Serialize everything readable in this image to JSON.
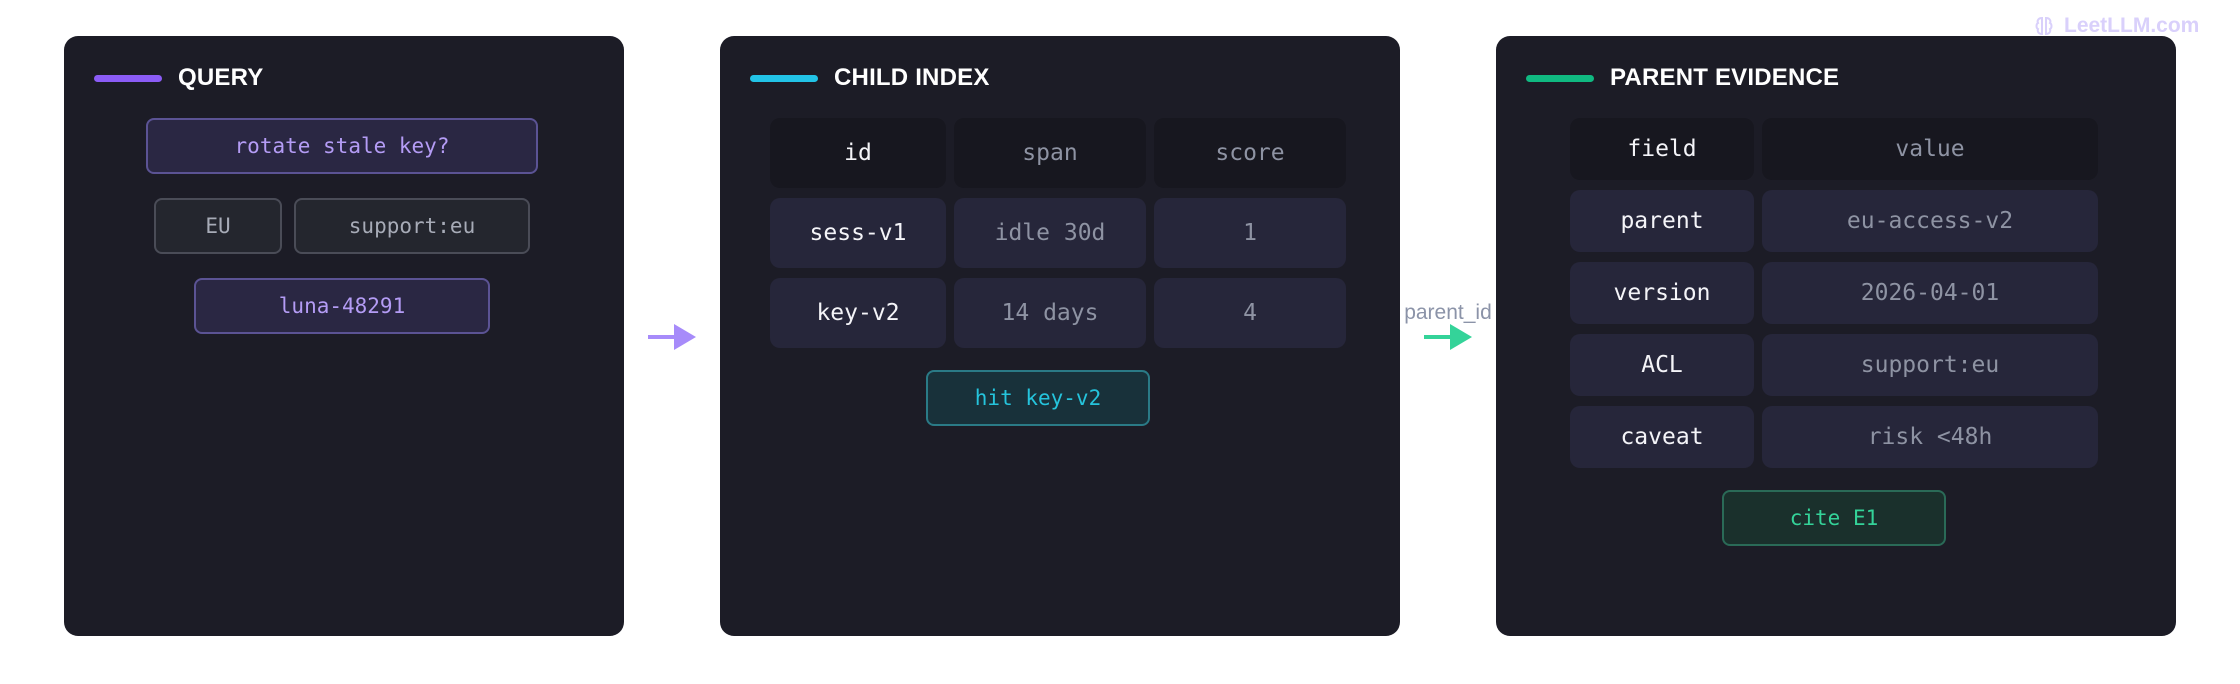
{
  "colors": {
    "query_accent": "#8b5cf6",
    "index_accent": "#22c3e6",
    "evidence_accent": "#10b981",
    "panel_bg": "#1c1c26"
  },
  "watermark": {
    "text": "LeetLLM.com",
    "icon": "brain-icon"
  },
  "query": {
    "title": "QUERY",
    "question": "rotate stale key?",
    "region": "EU",
    "acl": "support:eu",
    "user": "luna-48291"
  },
  "child_index": {
    "title": "CHILD INDEX",
    "columns": [
      "id",
      "span",
      "score"
    ],
    "rows": [
      [
        "sess-v1",
        "idle 30d",
        "1"
      ],
      [
        "key-v2",
        "14 days",
        "4"
      ]
    ],
    "result": "hit key-v2"
  },
  "edge": {
    "label": "parent_id"
  },
  "parent_evidence": {
    "title": "PARENT EVIDENCE",
    "columns": [
      "field",
      "value"
    ],
    "rows": [
      [
        "parent",
        "eu-access-v2"
      ],
      [
        "version",
        "2026-04-01"
      ],
      [
        "ACL",
        "support:eu"
      ],
      [
        "caveat",
        "risk <48h"
      ]
    ],
    "result": "cite E1"
  }
}
